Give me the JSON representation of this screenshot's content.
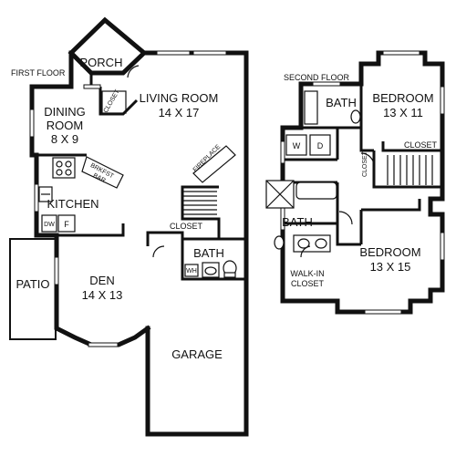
{
  "floors": {
    "first": "FIRST FLOOR",
    "second": "SECOND FLOOR"
  },
  "rooms": {
    "porch": "PORCH",
    "living_room": "LIVING ROOM",
    "living_dims": "14 X 17",
    "dining_room_1": "DINING",
    "dining_room_2": "ROOM",
    "dining_dims": "8 X 9",
    "kitchen": "KITCHEN",
    "brkfst": "BRKFST",
    "bar": "BAR",
    "fireplace": "FIREPLACE",
    "closet_first": "CLOSET",
    "closet_small": "CLOSET",
    "bath_first": "BATH",
    "patio": "PATIO",
    "den": "DEN",
    "den_dims": "14 X 13",
    "garage": "GARAGE",
    "bath_upper": "BATH",
    "bedroom_upper": "BEDROOM",
    "bedroom_upper_dims": "13 X 11",
    "closet_second": "CLOSET",
    "closet_vertical": "CLOSET",
    "washer": "W",
    "dryer": "D",
    "bath_lower": "BATH",
    "bedroom_lower": "BEDROOM",
    "bedroom_lower_dims": "13 X 15",
    "walkin_1": "WALK-IN",
    "walkin_2": "CLOSET",
    "dw": "DW",
    "fridge": "F",
    "wh": "WH"
  }
}
